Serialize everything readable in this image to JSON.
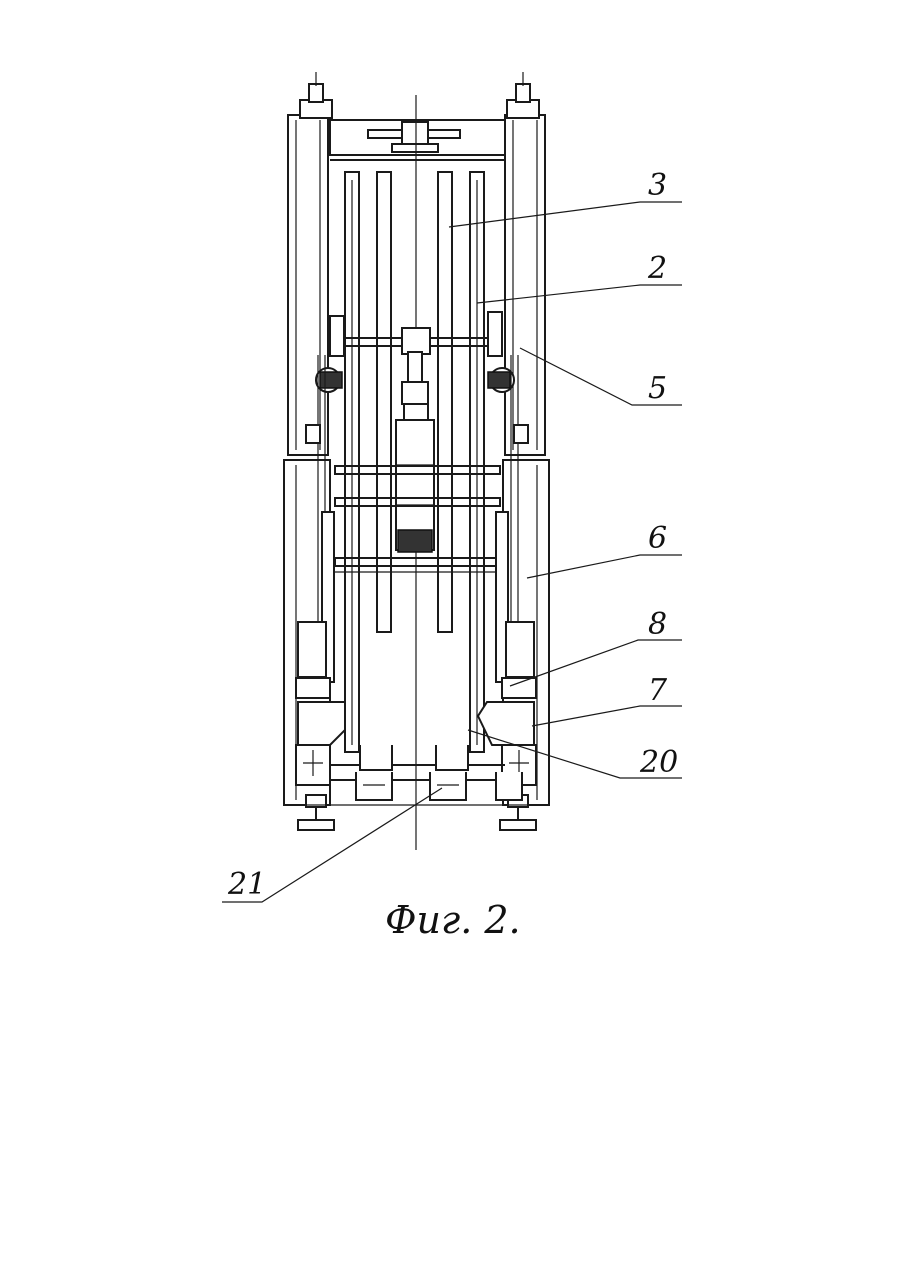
{
  "figure": {
    "caption": "Фиг. 2.",
    "callouts": [
      {
        "id": "c3",
        "label": "3"
      },
      {
        "id": "c2",
        "label": "2"
      },
      {
        "id": "c5",
        "label": "5"
      },
      {
        "id": "c6",
        "label": "6"
      },
      {
        "id": "c8",
        "label": "8"
      },
      {
        "id": "c7",
        "label": "7"
      },
      {
        "id": "c20",
        "label": "20"
      },
      {
        "id": "c21",
        "label": "21"
      }
    ]
  }
}
